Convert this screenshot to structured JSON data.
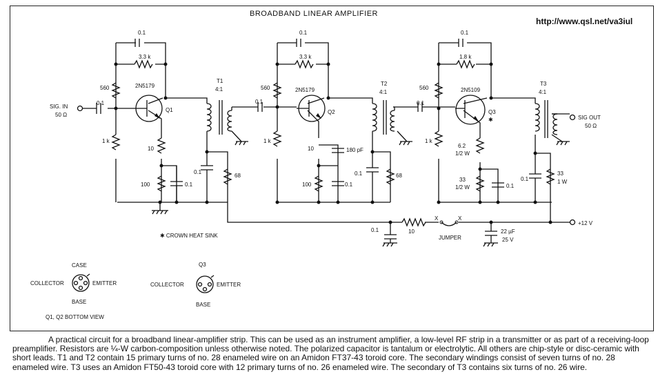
{
  "title": "BROADBAND LINEAR AMPLIFIER",
  "url": "http://www.qsl.net/va3iul",
  "caption": "A practical circuit for a broadband linear-amplifier strip. This can be used as an instrument amplifier, a low-level RF strip in a transmitter or as part of a receiving-loop preamplifier. Resistors are ¼-W carbon-composition unless otherwise noted. The polarized capacitor is tantalum or electrolytic. All others are chip-style or disc-ceramic with short leads. T1 and T2 contain 15 primary turns of no. 28 enameled wire on an Amidon FT37-43 toroid core. The secondary windings consist of seven turns of no. 28 enameled wire. T3 uses an Amidon FT50-43 toroid core with 12 primary turns of no. 26 enameled wire. The secondary of T3 contains six turns of no. 26 wire.",
  "labels": {
    "sig_in": "SIG. IN",
    "sig_in_imp": "50 Ω",
    "sig_out": "SIG OUT",
    "sig_out_imp": "50 Ω",
    "supply": "+12 V",
    "crown": "✱ CROWN HEAT SINK",
    "jumper": "JUMPER",
    "q1": "Q1",
    "q2": "Q2",
    "q3": "Q3",
    "q3_star": "✱",
    "q1_type": "2N5179",
    "q2_type": "2N5179",
    "q3_type": "2N5109",
    "t1": "T1",
    "t1_ratio": "4:1",
    "t2": "T2",
    "t2_ratio": "4:1",
    "t3": "T3",
    "t3_ratio": "4:1",
    "c01": "0.1",
    "r33k": "3.3 k",
    "r18k": "1.8 k",
    "r560": "560",
    "r1k": "1 k",
    "r10": "10",
    "r100": "100",
    "r68": "68",
    "c180": "180 pF",
    "r62": "6.2",
    "r62w": "1/2 W",
    "r33": "33",
    "r33w": "1/2 W",
    "r33b": "33",
    "r33bw": "1 W",
    "c22": "22 µF",
    "c22v": "25 V",
    "r10s": "10",
    "case": "CASE",
    "collector": "COLLECTOR",
    "emitter": "EMITTER",
    "base": "BASE",
    "q12_view": "Q1, Q2  BOTTOM VIEW",
    "x1": "X",
    "x2": "X"
  }
}
